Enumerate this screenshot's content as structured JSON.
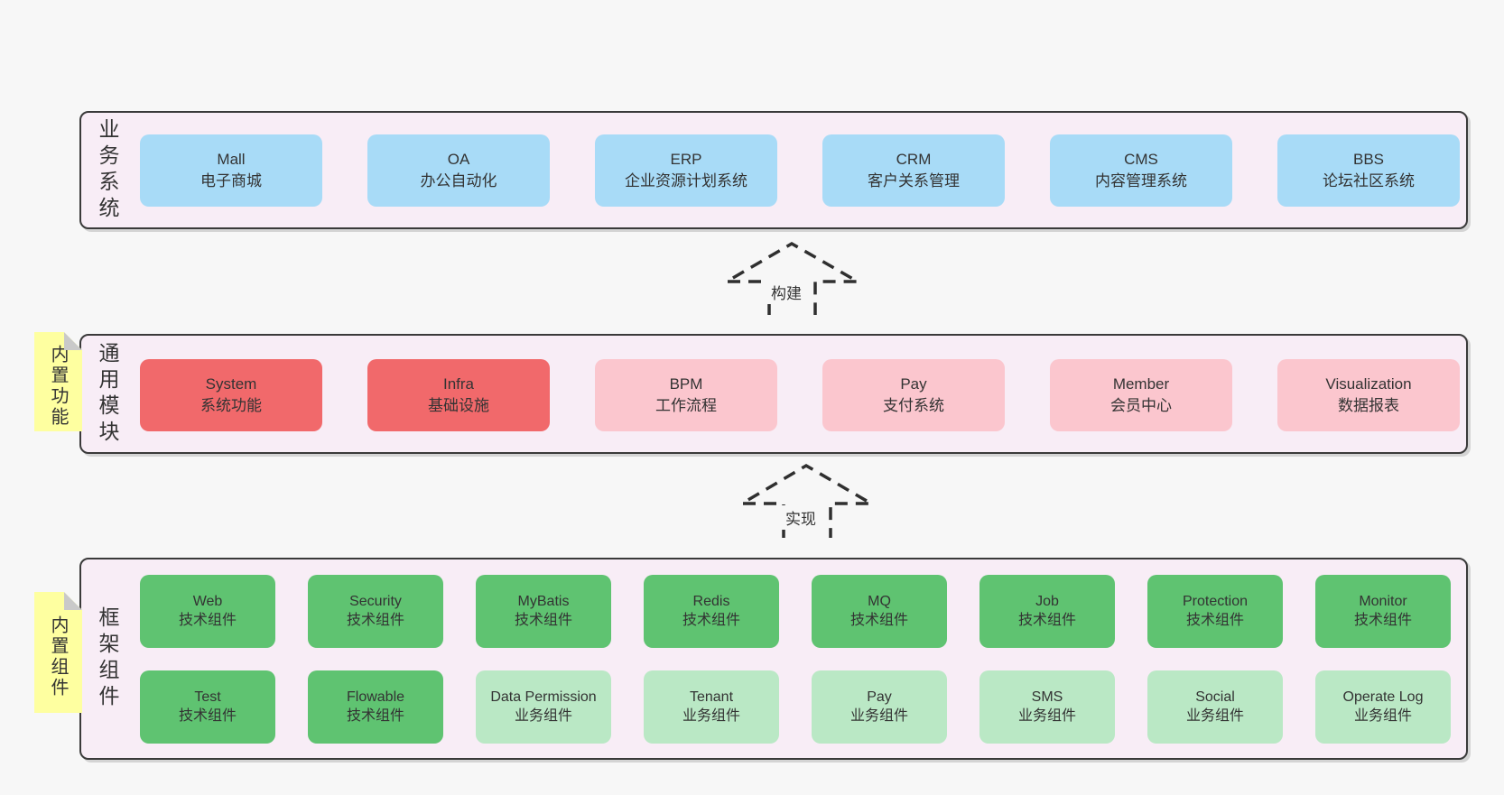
{
  "colors": {
    "page_bg": "#f7f7f7",
    "band_bg": "#f8edf6",
    "band_border": "#3a3a3a",
    "blue_box": "#a8dbf7",
    "red_box": "#f1696b",
    "pink_box": "#fbc6ce",
    "green_box": "#5fc371",
    "light_green_box": "#bae8c5",
    "sticky_yellow": "#feffa0",
    "sticky_fold": "#c9c9c9",
    "text": "#333333"
  },
  "bands": [
    {
      "label": "业务系统",
      "boxes": [
        {
          "title": "Mall",
          "subtitle": "电子商城",
          "variant": "blue"
        },
        {
          "title": "OA",
          "subtitle": "办公自动化",
          "variant": "blue"
        },
        {
          "title": "ERP",
          "subtitle": "企业资源计划系统",
          "variant": "blue"
        },
        {
          "title": "CRM",
          "subtitle": "客户关系管理",
          "variant": "blue"
        },
        {
          "title": "CMS",
          "subtitle": "内容管理系统",
          "variant": "blue"
        },
        {
          "title": "BBS",
          "subtitle": "论坛社区系统",
          "variant": "blue"
        }
      ]
    },
    {
      "label": "通用模块",
      "sticky": "内置功能",
      "boxes": [
        {
          "title": "System",
          "subtitle": "系统功能",
          "variant": "red"
        },
        {
          "title": "Infra",
          "subtitle": "基础设施",
          "variant": "red"
        },
        {
          "title": "BPM",
          "subtitle": "工作流程",
          "variant": "pink"
        },
        {
          "title": "Pay",
          "subtitle": "支付系统",
          "variant": "pink"
        },
        {
          "title": "Member",
          "subtitle": "会员中心",
          "variant": "pink"
        },
        {
          "title": "Visualization",
          "subtitle": "数据报表",
          "variant": "pink"
        }
      ]
    },
    {
      "label": "框架组件",
      "sticky": "内置组件",
      "rows": [
        [
          {
            "title": "Web",
            "subtitle": "技术组件",
            "variant": "green"
          },
          {
            "title": "Security",
            "subtitle": "技术组件",
            "variant": "green"
          },
          {
            "title": "MyBatis",
            "subtitle": "技术组件",
            "variant": "green"
          },
          {
            "title": "Redis",
            "subtitle": "技术组件",
            "variant": "green"
          },
          {
            "title": "MQ",
            "subtitle": "技术组件",
            "variant": "green"
          },
          {
            "title": "Job",
            "subtitle": "技术组件",
            "variant": "green"
          },
          {
            "title": "Protection",
            "subtitle": "技术组件",
            "variant": "green"
          },
          {
            "title": "Monitor",
            "subtitle": "技术组件",
            "variant": "green"
          }
        ],
        [
          {
            "title": "Test",
            "subtitle": "技术组件",
            "variant": "green"
          },
          {
            "title": "Flowable",
            "subtitle": "技术组件",
            "variant": "green"
          },
          {
            "title": "Data Permission",
            "subtitle": "业务组件",
            "variant": "lightgreen"
          },
          {
            "title": "Tenant",
            "subtitle": "业务组件",
            "variant": "lightgreen"
          },
          {
            "title": "Pay",
            "subtitle": "业务组件",
            "variant": "lightgreen"
          },
          {
            "title": "SMS",
            "subtitle": "业务组件",
            "variant": "lightgreen"
          },
          {
            "title": "Social",
            "subtitle": "业务组件",
            "variant": "lightgreen"
          },
          {
            "title": "Operate Log",
            "subtitle": "业务组件",
            "variant": "lightgreen"
          }
        ]
      ]
    }
  ],
  "arrows": [
    {
      "label": "构建"
    },
    {
      "label": "实现"
    }
  ]
}
